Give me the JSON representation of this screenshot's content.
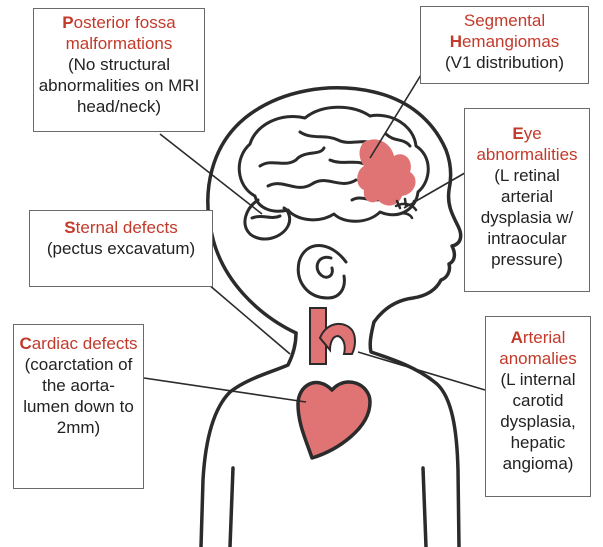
{
  "title": "",
  "colors": {
    "accent": "#c33a2b",
    "lesion": "#e07474",
    "outline": "#2b2b2b",
    "box_border": "#6a6a6a"
  },
  "labels": {
    "posterior": {
      "initial": "P",
      "rest": "osterior fossa malformations",
      "detail": "(No structural abnormalities on MRI head/neck)"
    },
    "hemangiomas": {
      "line1": "Segmental",
      "initial": "H",
      "rest": "emangiomas",
      "detail": "(V1 distribution)"
    },
    "eye": {
      "initial": "E",
      "rest": "ye abnormalities",
      "detail": "(L retinal arterial dysplasia w/ intraocular pressure)"
    },
    "sternal": {
      "initial": "S",
      "rest": "ternal defects",
      "detail": "(pectus excavatum)"
    },
    "cardiac": {
      "initial": "C",
      "rest": "ardiac defects",
      "detail": "(coarctation of the aorta- lumen down to 2mm)"
    },
    "arterial": {
      "initial": "A",
      "rest": "rterial anomalies",
      "detail": "(L internal carotid dysplasia, hepatic angioma)"
    }
  }
}
